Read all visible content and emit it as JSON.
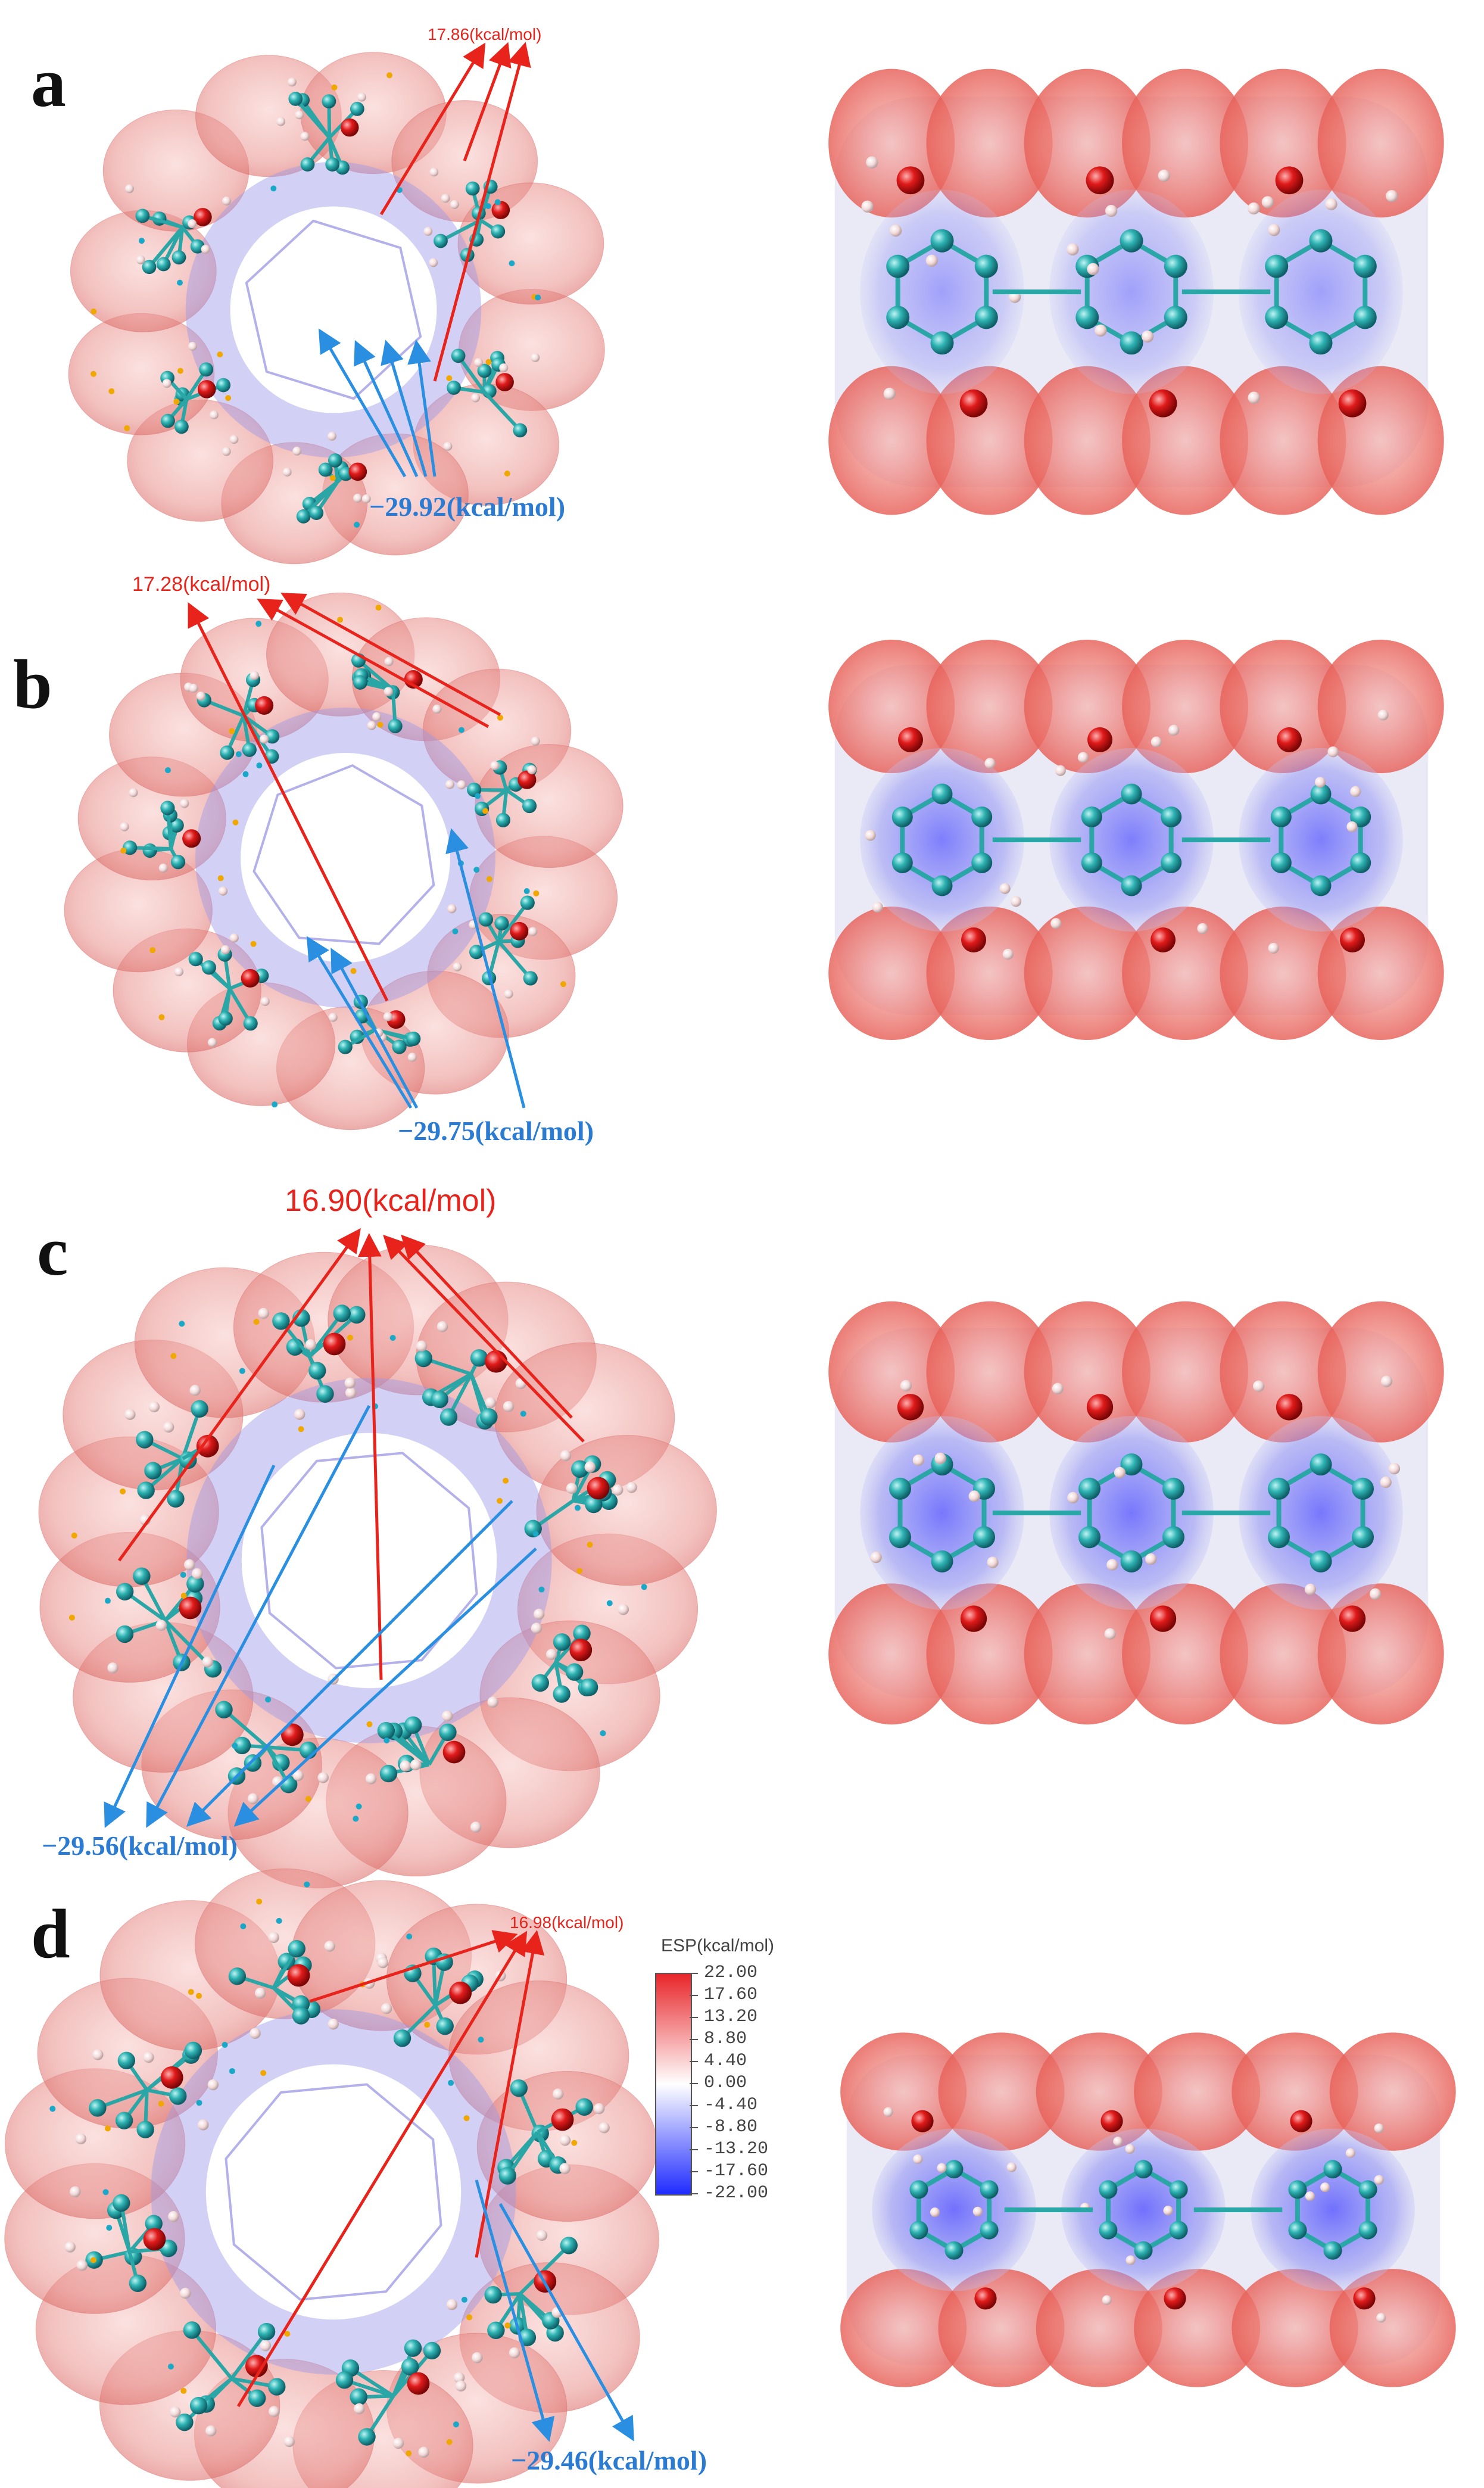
{
  "panels": [
    {
      "letter": "a",
      "max_label": "17.86(kcal/mol)",
      "min_label": "−29.92(kcal/mol)"
    },
    {
      "letter": "b",
      "max_label": "17.28(kcal/mol)",
      "min_label": "−29.75(kcal/mol)"
    },
    {
      "letter": "c",
      "max_label": "16.90(kcal/mol)",
      "min_label": "−29.56(kcal/mol)"
    },
    {
      "letter": "d",
      "max_label": "16.98(kcal/mol)",
      "min_label": "−29.46(kcal/mol)"
    }
  ],
  "legend": {
    "title": "ESP(kcal/mol)",
    "ticks": [
      "22.00",
      "17.60",
      "13.20",
      "8.80",
      "4.40",
      "0.00",
      "-4.40",
      "-8.80",
      "-13.20",
      "-17.60",
      "-22.00"
    ],
    "max_color": "#e8262a",
    "mid_color": "#ffffff",
    "min_color": "#1f2bff"
  },
  "colors": {
    "positive_surface": "#e87a78",
    "negative_surface": "#8c8cf0",
    "carbon": "#2aa6a6",
    "oxygen": "#e01a1a",
    "hydrogen": "#f2d8d8",
    "max_arrow": "#e8231b",
    "min_arrow": "#2a8fe0",
    "max_point": "#f0a800",
    "min_point": "#1aa8c8"
  }
}
